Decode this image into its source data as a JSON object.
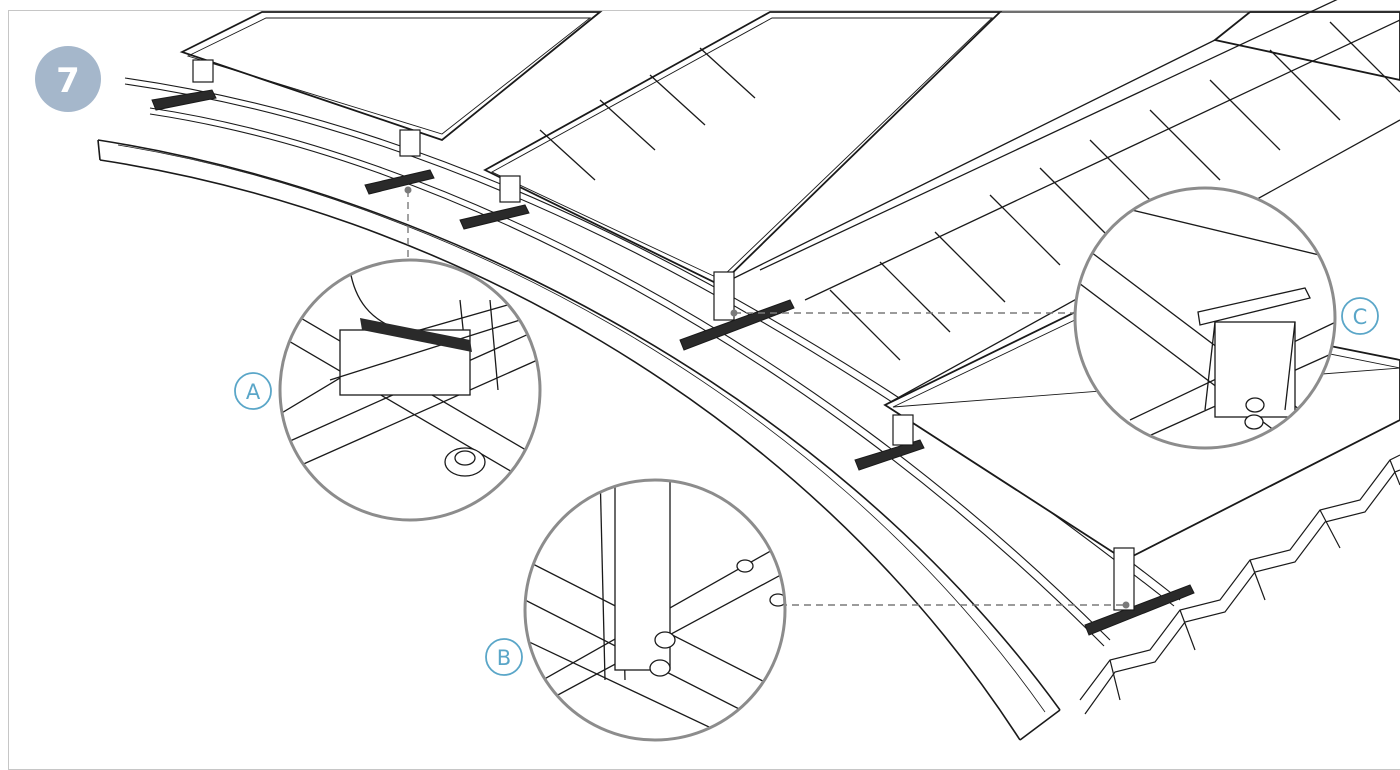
{
  "step": {
    "number": "7"
  },
  "callouts": [
    {
      "id": "a",
      "label": "A"
    },
    {
      "id": "b",
      "label": "B"
    },
    {
      "id": "c",
      "label": "C"
    }
  ],
  "colors": {
    "badge_fill": "#a5b7cb",
    "badge_text": "#ffffff",
    "callout_stroke": "#5aa6c8",
    "callout_text": "#5aa6c8",
    "line": "#1a1a1a",
    "leader": "#7a7a7a",
    "lens_ring": "#8c8c8c"
  }
}
